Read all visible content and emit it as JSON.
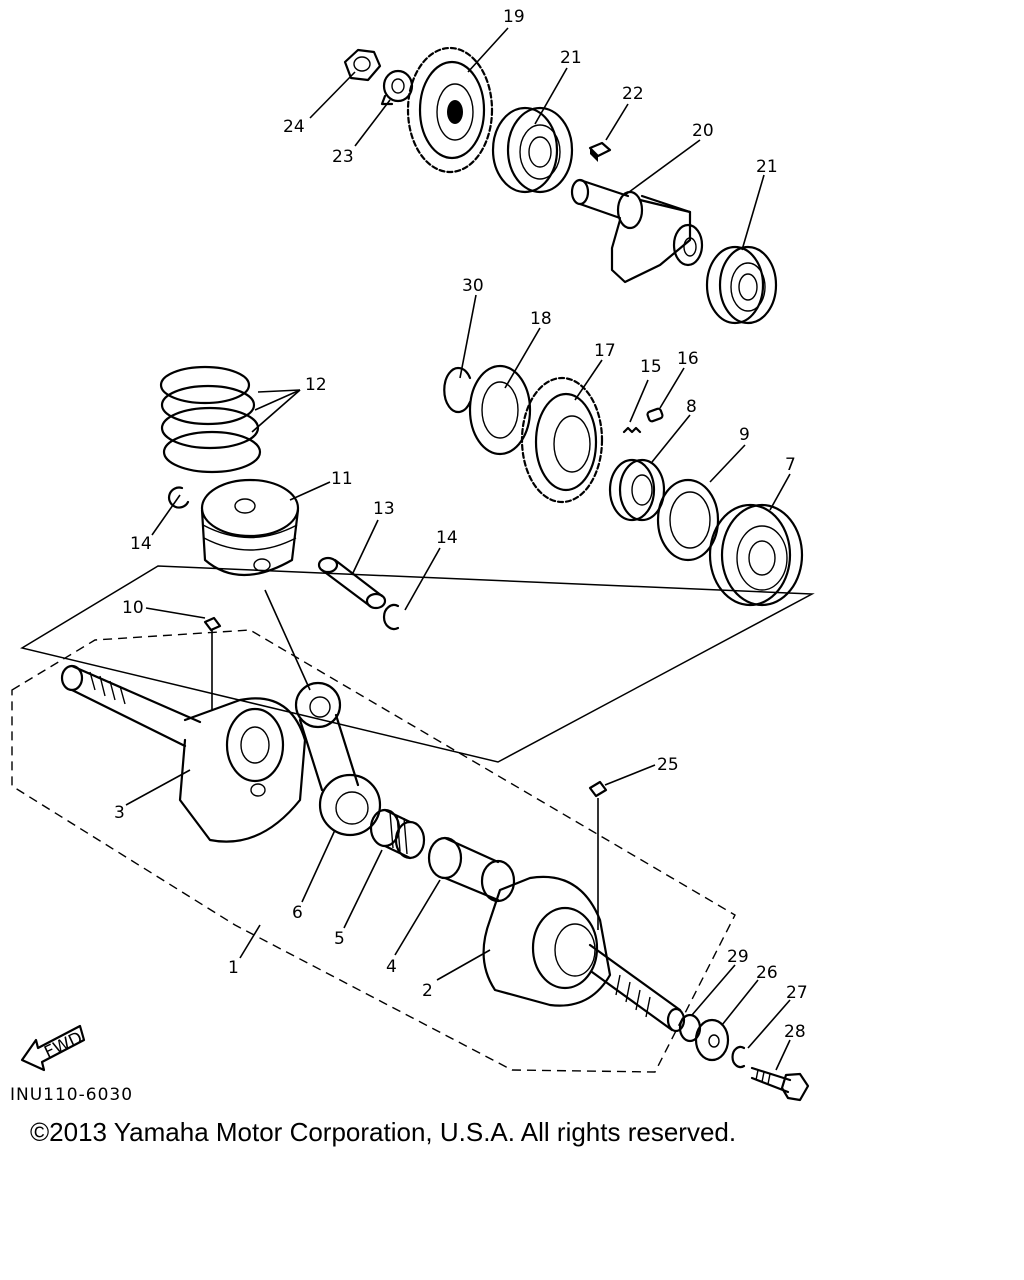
{
  "diagram": {
    "code": "INU110-6030",
    "fwd": "FWD",
    "labels": {
      "p1": "1",
      "p2": "2",
      "p3": "3",
      "p4": "4",
      "p5": "5",
      "p6": "6",
      "p7": "7",
      "p8": "8",
      "p9": "9",
      "p10": "10",
      "p11": "11",
      "p12": "12",
      "p13": "13",
      "p14a": "14",
      "p14b": "14",
      "p15": "15",
      "p16": "16",
      "p17": "17",
      "p18": "18",
      "p19": "19",
      "p20": "20",
      "p21a": "21",
      "p21b": "21",
      "p22": "22",
      "p23": "23",
      "p24": "24",
      "p25": "25",
      "p26": "26",
      "p27": "27",
      "p28": "28",
      "p29": "29",
      "p30": "30"
    }
  },
  "footer": {
    "copyright": "©2013 Yamaha Motor Corporation, U.S.A. All rights reserved."
  }
}
